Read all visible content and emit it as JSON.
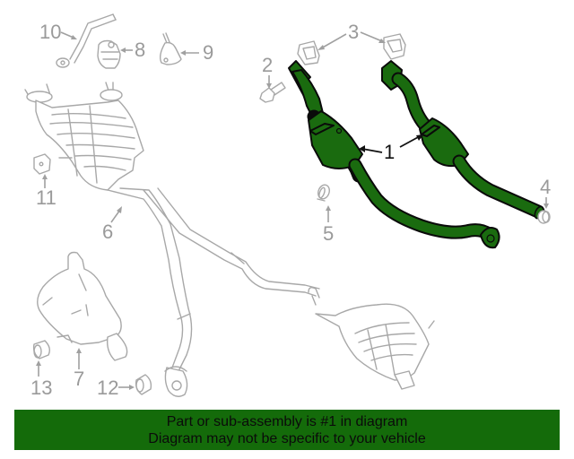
{
  "diagram": {
    "highlight_color": "#1a6b0f",
    "highlighted_part": "1",
    "callouts": [
      {
        "id": "1",
        "label": "1",
        "part": "catalytic-converter-assembly",
        "highlighted": true
      },
      {
        "id": "2",
        "label": "2",
        "part": "bolt"
      },
      {
        "id": "3",
        "label": "3",
        "part": "gasket"
      },
      {
        "id": "4",
        "label": "4",
        "part": "plug"
      },
      {
        "id": "5",
        "label": "5",
        "part": "clamp"
      },
      {
        "id": "6",
        "label": "6",
        "part": "muffler-and-resonator-pipe"
      },
      {
        "id": "7",
        "label": "7",
        "part": "muffler"
      },
      {
        "id": "8",
        "label": "8",
        "part": "isolator"
      },
      {
        "id": "9",
        "label": "9",
        "part": "bracket"
      },
      {
        "id": "10",
        "label": "10",
        "part": "hanger"
      },
      {
        "id": "11",
        "label": "11",
        "part": "nut"
      },
      {
        "id": "12",
        "label": "12",
        "part": "isolator"
      },
      {
        "id": "13",
        "label": "13",
        "part": "isolator"
      }
    ]
  },
  "banner": {
    "line1": "Part or sub-assembly is #1 in diagram",
    "line2": "Diagram may not be specific to your vehicle",
    "background": "#146b0a"
  }
}
